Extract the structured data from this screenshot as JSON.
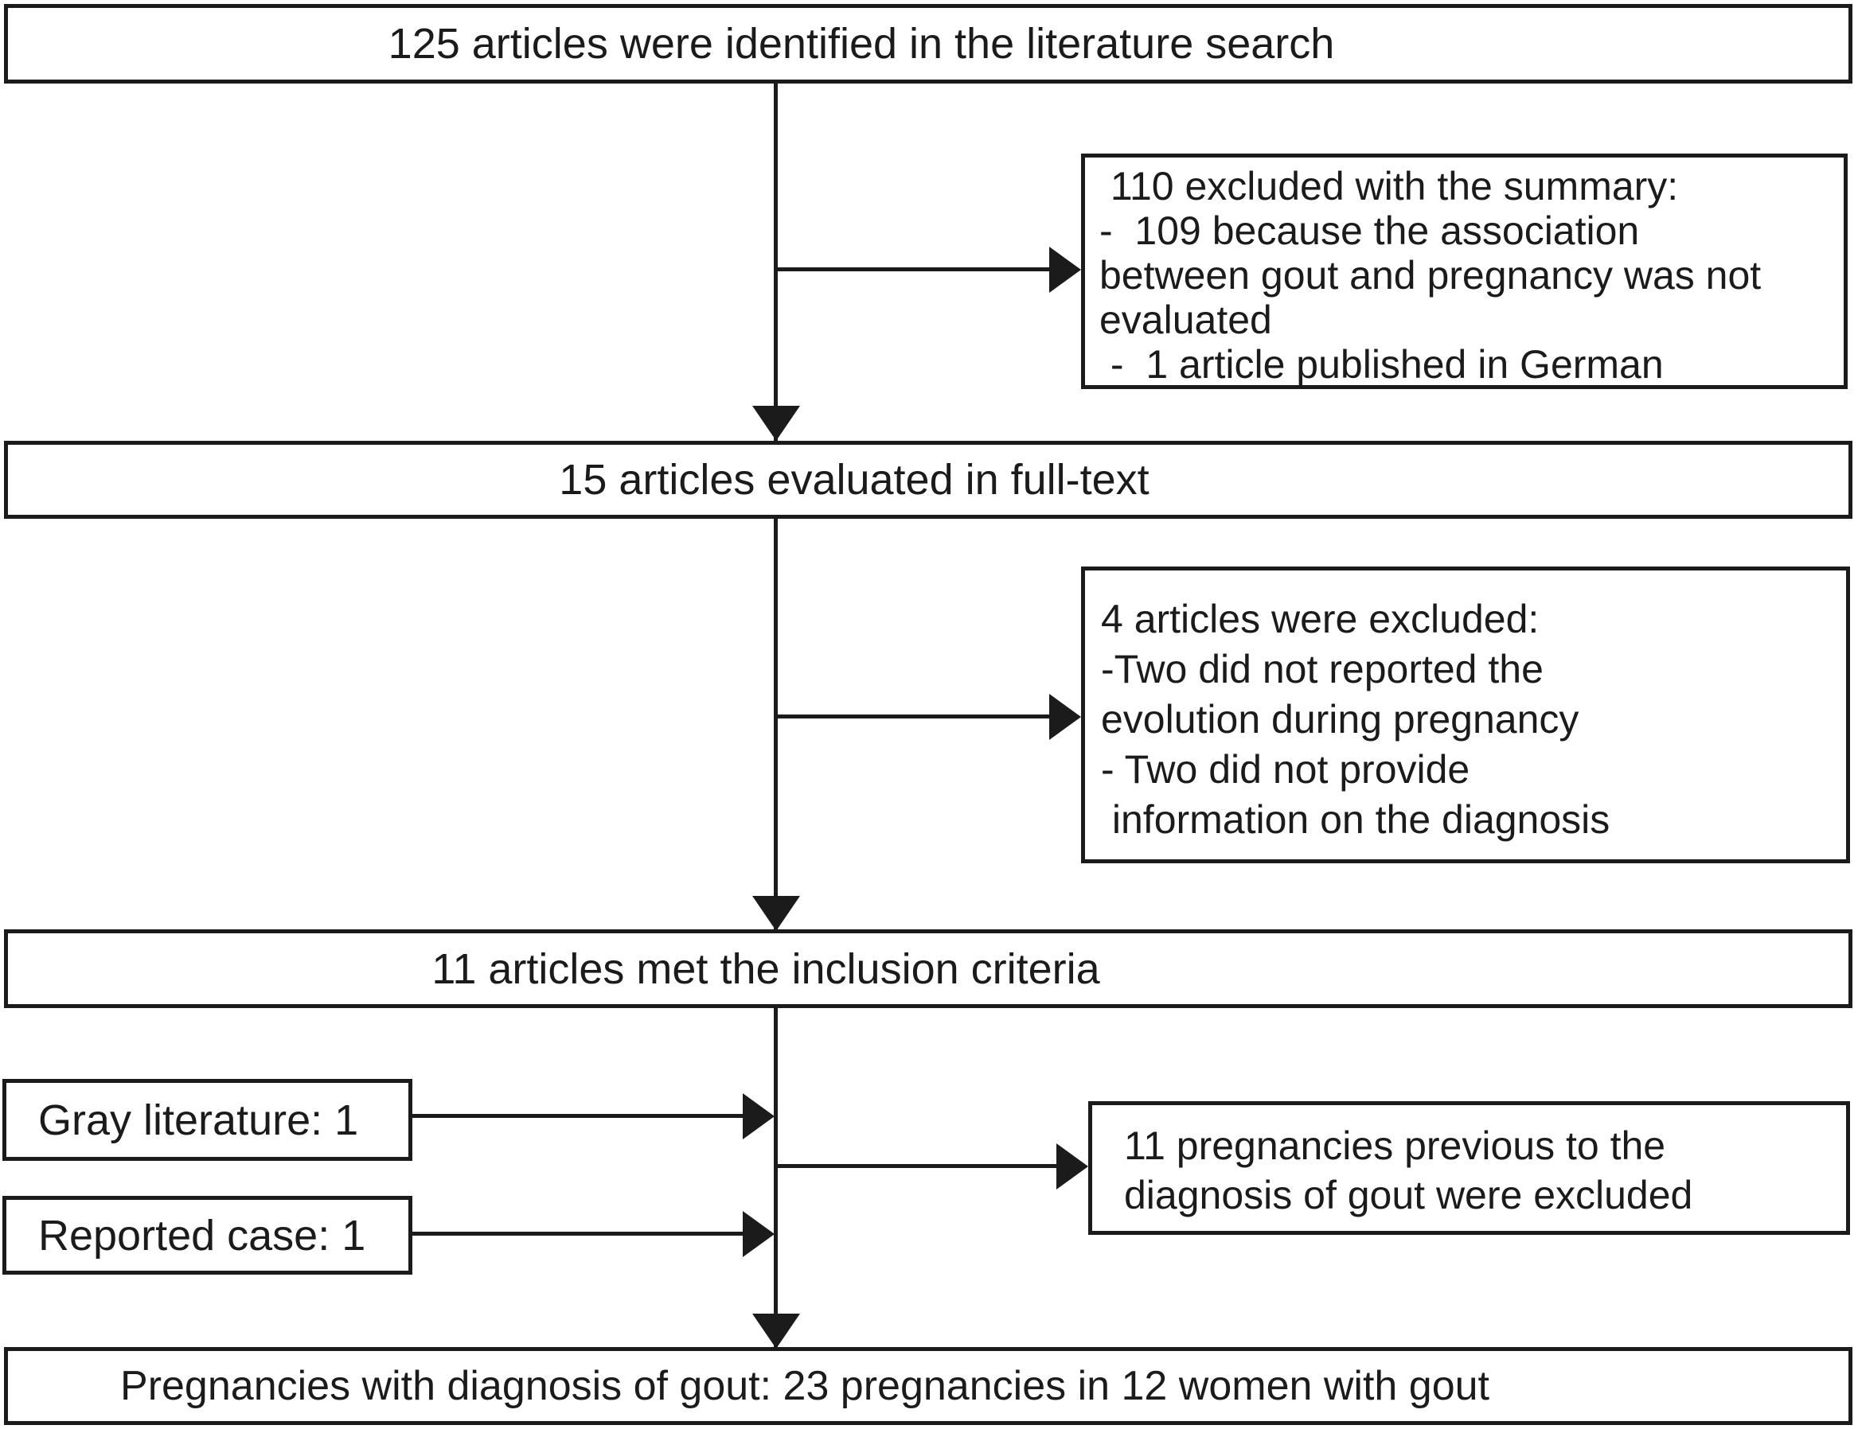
{
  "figure": {
    "type": "flowchart",
    "background_color": "#ffffff",
    "ink_color": "#1b1b1b"
  },
  "boxes": {
    "identified": {
      "text": "125 articles were identified in the literature search"
    },
    "excluded_summary": {
      "lines": [
        " 110 excluded with the summary:",
        "-  109 because the association",
        "between gout and pregnancy was not",
        "evaluated",
        " -  1 article published in German"
      ]
    },
    "fulltext": {
      "text": "15 articles evaluated in full-text"
    },
    "excluded_fulltext": {
      "lines": [
        "4 articles were excluded:",
        "-Two did not reported the",
        "evolution during pregnancy",
        "- Two did not provide",
        " information on the diagnosis"
      ]
    },
    "inclusion": {
      "text": "11 articles met the inclusion criteria"
    },
    "gray_literature": {
      "text": "Gray literature: 1"
    },
    "reported_case": {
      "text": "Reported case: 1"
    },
    "excluded_pregnancies": {
      "lines": [
        "11 pregnancies previous to the",
        "diagnosis of gout were excluded"
      ]
    },
    "final": {
      "text": "Pregnancies with diagnosis of gout: 23 pregnancies in 12 women with gout"
    }
  }
}
